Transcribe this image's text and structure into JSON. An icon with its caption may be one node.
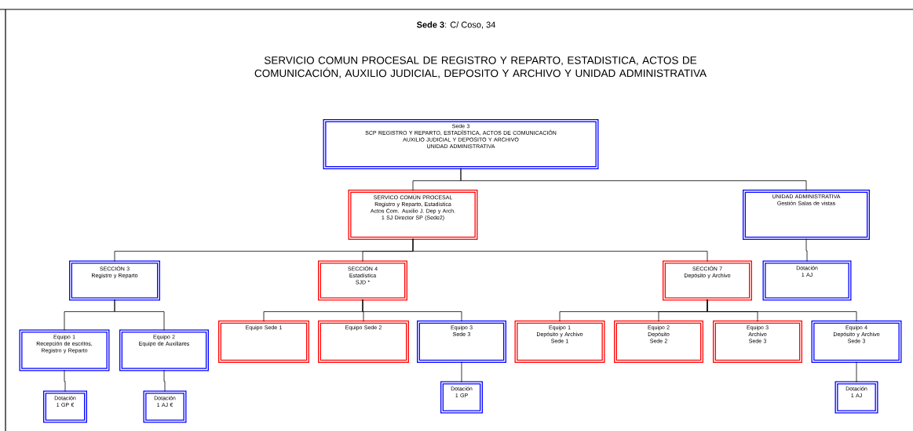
{
  "diagram": {
    "title": "SERVICIO COMUN PROCESAL DE REGISTRO Y REPARTO, ESTADISTICA, ACTOS DE COMUNICACIÓN, AUXILIO JUDICIAL, DEPOSITO Y ARCHIVO Y UNIDAD ADMINISTRATIVA",
    "nodes": [
      {
        "text": [
          "Sede 3",
          "SCP REGISTRO Y REPARTO, ESTADÍSTICA, ACTOS DE COMUNICACIÓN",
          "AUXILIO JUDICIAL Y DEPOSITO Y ARCHIVO",
          "UNIDAD ADMINISTRATIVA"
        ]
      },
      {
        "text": [
          "SERVICO COMÚN PROCESAL",
          "Registro y Reparto, Estadística",
          "Actos Com. Auxilio J. Dep y Arch.",
          "1 SJ Director SP (Sede2)"
        ]
      },
      {
        "text": [
          "UNIDAD ADMINISTRATIVA",
          "Gestión Salas de vistas"
        ]
      },
      {
        "text": [
          "SECCIÓN 3",
          "Registro y Reparto"
        ]
      },
      {
        "text": [
          "SECCIÓN 4",
          "Estadística",
          "SJD *"
        ]
      },
      {
        "text": [
          "SECCIÓN 7",
          "Depósito y Archivo"
        ]
      },
      {
        "text": [
          "Dotación",
          "1 AJ"
        ]
      },
      {
        "text": [
          "Equipo 1",
          "Recepción de escritos, Registro y Reparto"
        ]
      },
      {
        "text": [
          "Equipo 2",
          "Equipo de Auxiliares"
        ]
      },
      {
        "text": [
          "Equipo Sede 1"
        ]
      },
      {
        "text": [
          "Equipo Sede 2"
        ]
      },
      {
        "text": [
          "Equipo 3",
          "Sede 3"
        ]
      },
      {
        "text": [
          "Equipo 1",
          "Depósito y Archivo",
          "Sede 1"
        ]
      },
      {
        "text": [
          "Equipo 2",
          "Depósito",
          "Sede 2"
        ]
      },
      {
        "text": [
          "Equipo 3",
          "Archivo",
          "Sede 3"
        ]
      },
      {
        "text": [
          "Equipo 4",
          "Depósito y Archivo",
          "Sede 3"
        ]
      },
      {
        "text": [
          "Dotación",
          "1 GP €"
        ]
      },
      {
        "text": [
          "Dotación",
          "1 AJ €"
        ]
      },
      {
        "text": [
          "Dotación",
          "1 GP"
        ]
      },
      {
        "text": [
          "Dotación",
          "1 AJ"
        ]
      }
    ],
    "edges": [
      {
        "from": 0,
        "to": 1,
        "arrow": "none"
      },
      {
        "from": 0,
        "to": 2,
        "arrow": "none"
      },
      {
        "from": 1,
        "to": 3,
        "arrow": "none"
      },
      {
        "from": 1,
        "to": 4,
        "arrow": "none"
      },
      {
        "from": 1,
        "to": 5,
        "arrow": "none"
      },
      {
        "from": 2,
        "to": 6,
        "arrow": "none"
      },
      {
        "from": 3,
        "to": 7,
        "arrow": "none"
      },
      {
        "from": 3,
        "to": 8,
        "arrow": "none"
      },
      {
        "from": 4,
        "to": 9,
        "arrow": "none"
      },
      {
        "from": 4,
        "to": 10,
        "arrow": "none"
      },
      {
        "from": 4,
        "to": 11,
        "arrow": "none"
      },
      {
        "from": 5,
        "to": 12,
        "arrow": "none"
      },
      {
        "from": 5,
        "to": 13,
        "arrow": "none"
      },
      {
        "from": 5,
        "to": 14,
        "arrow": "none"
      },
      {
        "from": 5,
        "to": 15,
        "arrow": "none"
      },
      {
        "from": 7,
        "to": 16,
        "arrow": "none"
      },
      {
        "from": 8,
        "to": 17,
        "arrow": "none"
      },
      {
        "from": 11,
        "to": 18,
        "arrow": "none"
      },
      {
        "from": 15,
        "to": 19,
        "arrow": "none"
      }
    ],
    "labels": [
      "**Sede 3**: C/ Coso, 34"
    ]
  }
}
